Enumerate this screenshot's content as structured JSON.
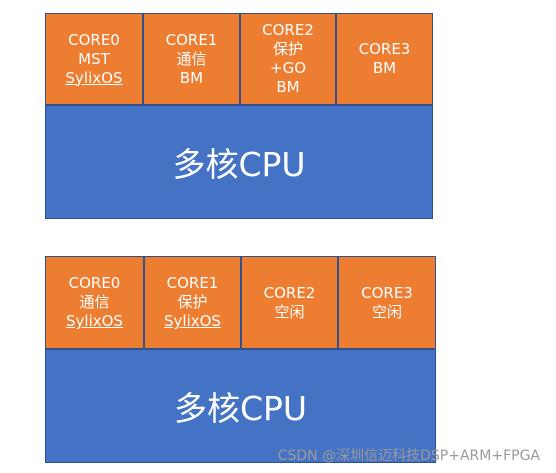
{
  "colors": {
    "core_fill": "#ed7d31",
    "cpu_fill": "#4472c4",
    "border": "#2f528f"
  },
  "diagram_top": {
    "cpu_label": "多核CPU",
    "cores": [
      {
        "lines": [
          "CORE0",
          "MST",
          "SylixOS"
        ]
      },
      {
        "lines": [
          "CORE1",
          "通信",
          "BM"
        ]
      },
      {
        "lines": [
          "CORE2",
          "保护",
          "+GO",
          "BM"
        ]
      },
      {
        "lines": [
          "CORE3",
          "BM"
        ]
      }
    ]
  },
  "diagram_bottom": {
    "cpu_label": "多核CPU",
    "cores": [
      {
        "lines": [
          "CORE0",
          "通信",
          "SylixOS"
        ]
      },
      {
        "lines": [
          "CORE1",
          "保护",
          "SylixOS"
        ]
      },
      {
        "lines": [
          "CORE2",
          "空闲"
        ]
      },
      {
        "lines": [
          "CORE3",
          "空闲"
        ]
      }
    ]
  },
  "watermark": "CSDN @深圳信迈科技DSP+ARM+FPGA"
}
